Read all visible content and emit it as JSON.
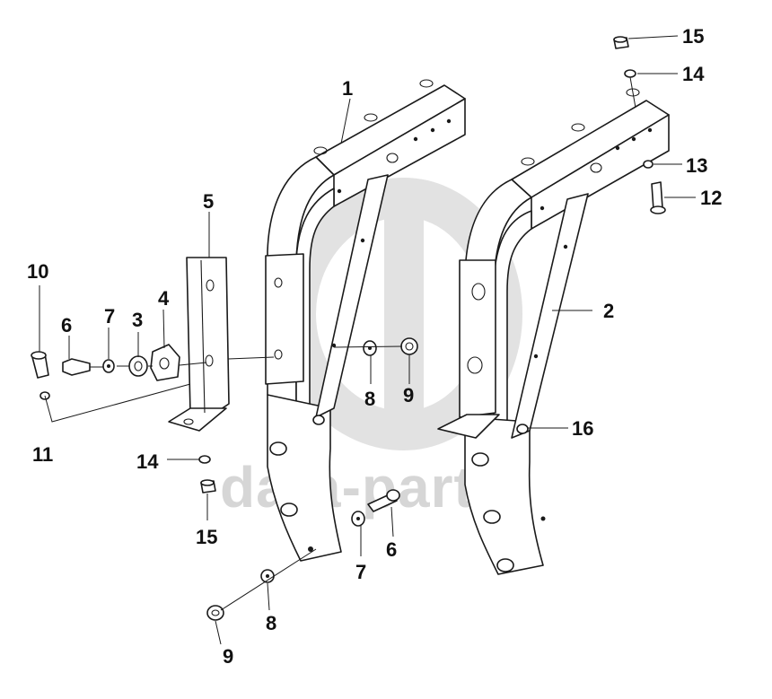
{
  "watermark": {
    "text": "data-parts"
  },
  "callouts": {
    "c1": "1",
    "c2": "2",
    "c3": "3",
    "c4": "4",
    "c5": "5",
    "c6a": "6",
    "c6b": "6",
    "c7a": "7",
    "c7b": "7",
    "c8a": "8",
    "c8b": "8",
    "c9a": "9",
    "c9b": "9",
    "c10": "10",
    "c11": "11",
    "c12": "12",
    "c13": "13",
    "c14a": "14",
    "c14b": "14",
    "c15a": "15",
    "c15b": "15",
    "c16": "16"
  }
}
